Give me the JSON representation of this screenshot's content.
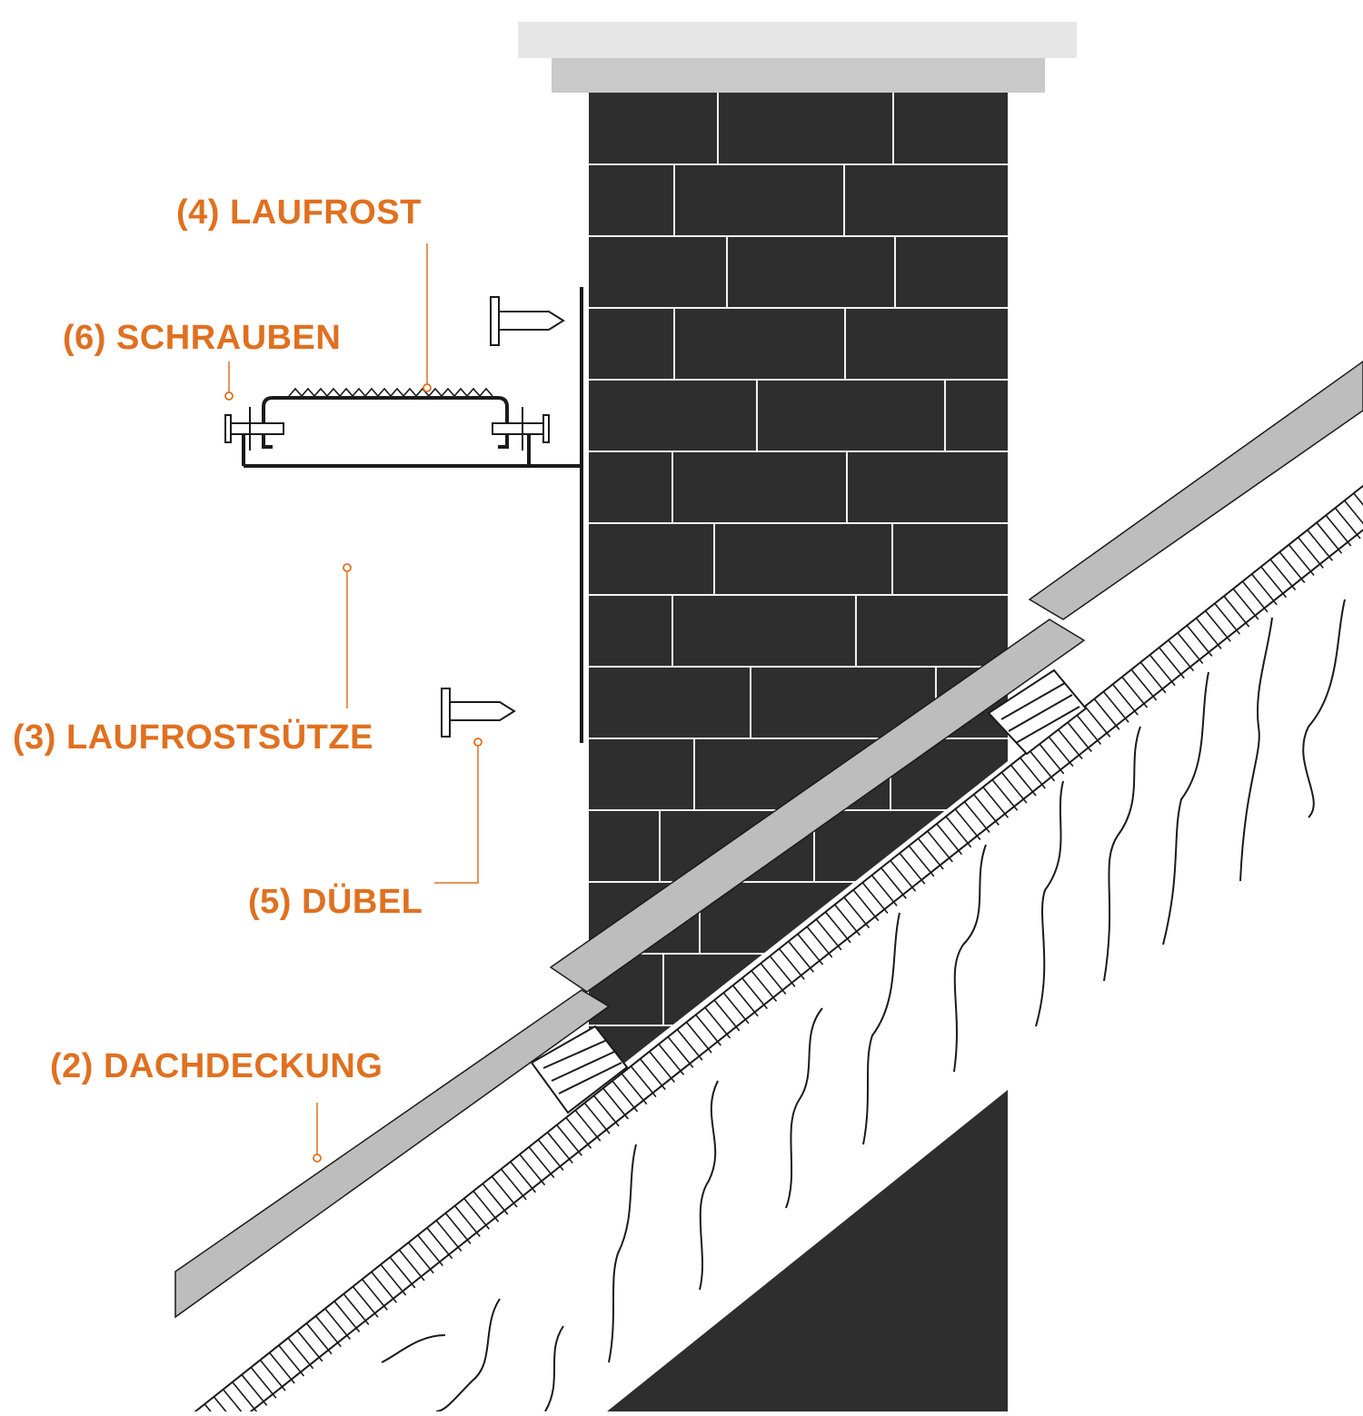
{
  "colors": {
    "accent": "#e07020",
    "brick": "#2e2e2e",
    "mortar": "#f2f2f2",
    "roofing": "#bdbdbd",
    "cap_top": "#e6e6e6",
    "cap_bottom": "#c9c9c9",
    "line": "#1a1a1a"
  },
  "labels": {
    "laufrost": "(4) LAUFROST",
    "schrauben": "(6) SCHRAUBEN",
    "laufrostsuetze": "(3) LAUFROSTSÜTZE",
    "duebel": "(5) DÜBEL",
    "dachdeckung": "(2) DACHDECKUNG"
  },
  "icons": {
    "screw": "screw-icon",
    "dowel": "dowel-icon"
  }
}
